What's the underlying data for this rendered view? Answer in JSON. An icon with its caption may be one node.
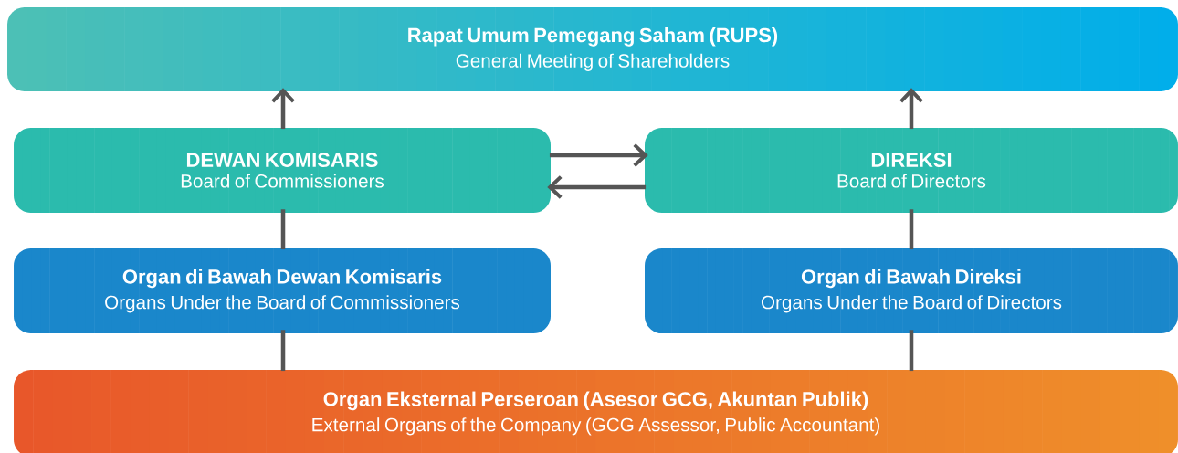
{
  "diagram": {
    "nodes": [
      {
        "text": [
          "Rapat Umum Pemegang Saham (RUPS)",
          "General Meeting of Shareholders"
        ]
      },
      {
        "text": [
          "DEWAN KOMISARIS",
          "Board of Commissioners"
        ]
      },
      {
        "text": [
          "DIREKSI",
          "Board of Directors"
        ]
      },
      {
        "text": [
          "Organ di Bawah Dewan Komisaris",
          "Organs Under the Board of Commissioners"
        ]
      },
      {
        "text": [
          "Organ di Bawah Direksi",
          "Organs Under the Board of Directors"
        ]
      },
      {
        "text": [
          "Organ Eksternal Perseroan (Asesor GCG, Akuntan Publik)",
          "External Organs of the Company (GCG Assessor, Public Accountant)"
        ]
      }
    ],
    "edges": [
      {
        "from": 1,
        "to": 0,
        "arrow": "to"
      },
      {
        "from": 2,
        "to": 0,
        "arrow": "to"
      },
      {
        "from": 1,
        "to": 2,
        "arrow": "to"
      },
      {
        "from": 2,
        "to": 1,
        "arrow": "to"
      },
      {
        "from": 3,
        "to": 1,
        "arrow": "none"
      },
      {
        "from": 4,
        "to": 2,
        "arrow": "none"
      },
      {
        "from": 5,
        "to": 3,
        "arrow": "none"
      },
      {
        "from": 5,
        "to": 4,
        "arrow": "none"
      }
    ]
  }
}
